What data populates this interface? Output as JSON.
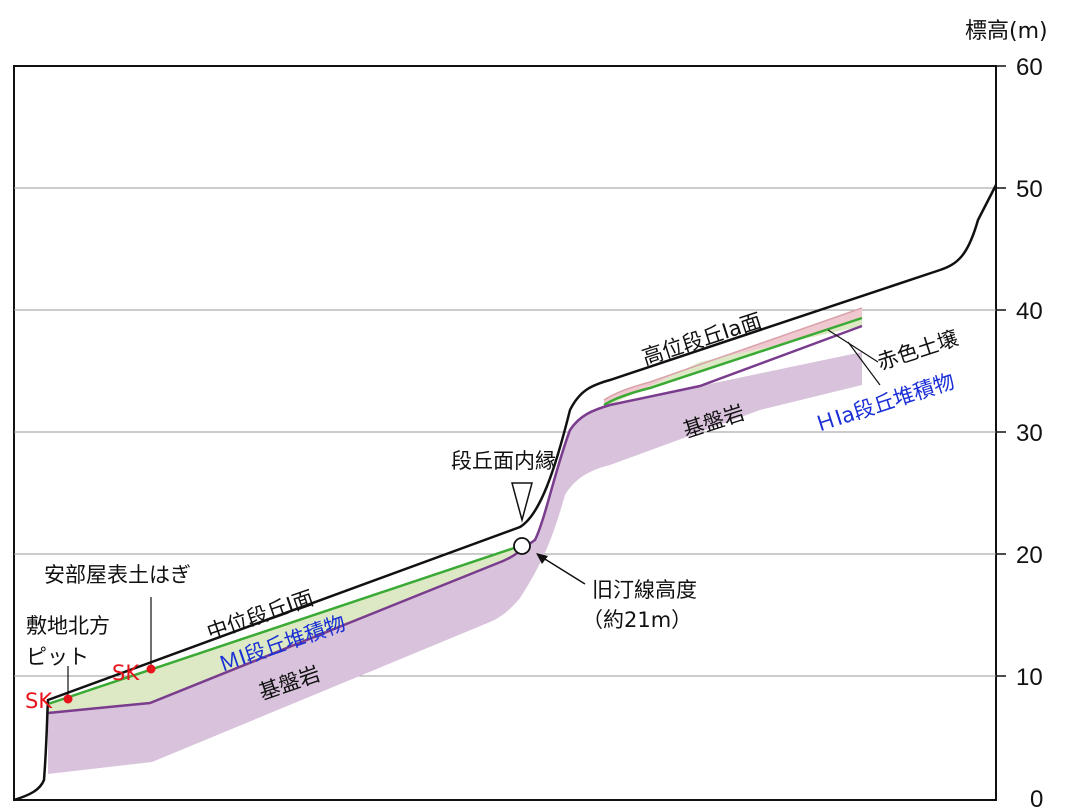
{
  "axis": {
    "unit_label": "標高(m)",
    "ticks": [
      0,
      10,
      20,
      30,
      40,
      50,
      60
    ]
  },
  "layers": {
    "terrace_deposit_color": "#dce9c4",
    "bedrock_color": "#d9c2dc",
    "red_soil_color": "#efc9cf",
    "surface_line_color": "#111111",
    "deposit_line_color": "#3aaa35",
    "base_line_color": "#7a3c8c"
  },
  "labels": {
    "high_terrace_surface": "高位段丘Ⅰa面",
    "red_soil": "赤色土壌",
    "hia_deposit": "ＨⅠa段丘堆積物",
    "bedrock_upper": "基盤岩",
    "terrace_inner_edge": "段丘面内縁",
    "old_shoreline_line1": "旧汀線高度",
    "old_shoreline_line2": "（約21m）",
    "mid_terrace_surface": "中位段丘Ⅰ面",
    "mi_deposit": "ＭⅠ段丘堆積物",
    "bedrock_lower": "基盤岩",
    "abeya_stripping": "安部屋表土はぎ",
    "north_pit_line1": "敷地北方",
    "north_pit_line2": "ピット",
    "sk_1": "SK",
    "sk_2": "SK"
  },
  "colors": {
    "label_blue": "#1a2fd6",
    "marker_red": "#e8141c",
    "grid": "#9a9a9a"
  }
}
